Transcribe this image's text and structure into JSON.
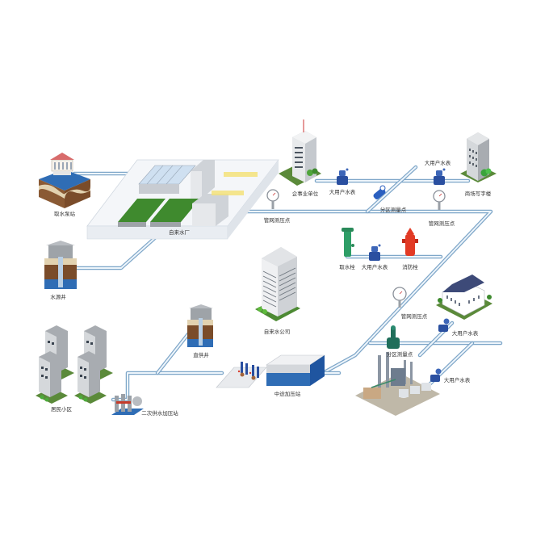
{
  "diagram": {
    "title": "",
    "colors": {
      "pipe": "#7fa7c9",
      "pipe_highlight": "#eef5fb",
      "water": "#2f6db5",
      "grass": "#3f8a2e",
      "building": "#d9dce0",
      "meter_blue": "#2a4fa0",
      "hydrant_red": "#e23a25",
      "hydrant_green": "#2e9e67",
      "flowmeter_green": "#1f6e5a"
    },
    "nodes": {
      "intake_pump_station": {
        "label": "取水泵站",
        "icon": "pump-station-icon"
      },
      "water_plant": {
        "label": "自来水厂",
        "icon": "water-treatment-plant-icon"
      },
      "source_well": {
        "label": "水源井",
        "icon": "well-icon"
      },
      "enterprise": {
        "label": "企事业单位",
        "icon": "office-building-icon"
      },
      "commercial": {
        "label": "商场写字楼",
        "icon": "tower-building-icon"
      },
      "water_company": {
        "label": "自来水公司",
        "icon": "highrise-building-icon"
      },
      "direct_well": {
        "label": "直供井",
        "icon": "well-icon"
      },
      "booster_station": {
        "label": "中途加压站",
        "icon": "booster-station-icon"
      },
      "residential": {
        "label": "居民小区",
        "icon": "residential-buildings-icon"
      },
      "secondary_supply": {
        "label": "二次供水加压站",
        "icon": "pump-unit-icon"
      },
      "school": {
        "label": "",
        "icon": "campus-building-icon"
      },
      "factory": {
        "label": "",
        "icon": "factory-icon"
      }
    },
    "devices": {
      "pressure_1": {
        "label": "管网测压点",
        "icon": "pressure-gauge-icon"
      },
      "pressure_2": {
        "label": "管网测压点",
        "icon": "pressure-gauge-icon"
      },
      "pressure_3": {
        "label": "管网测压点",
        "icon": "pressure-gauge-icon"
      },
      "meter_1": {
        "label": "大用户水表",
        "icon": "water-meter-icon"
      },
      "meter_2": {
        "label": "大用户水表",
        "icon": "water-meter-icon"
      },
      "meter_3": {
        "label": "大用户水表",
        "icon": "water-meter-icon"
      },
      "meter_4": {
        "label": "大用户水表",
        "icon": "water-meter-icon"
      },
      "meter_5": {
        "label": "大用户水表",
        "icon": "water-meter-icon"
      },
      "zone_flow_1": {
        "label": "分区测量点",
        "icon": "flow-meter-icon"
      },
      "zone_flow_2": {
        "label": "分区测量点",
        "icon": "flow-meter-icon"
      },
      "hydrant_intake": {
        "label": "取水栓",
        "icon": "intake-hydrant-icon"
      },
      "fire_hydrant": {
        "label": "消防栓",
        "icon": "fire-hydrant-icon"
      }
    }
  }
}
